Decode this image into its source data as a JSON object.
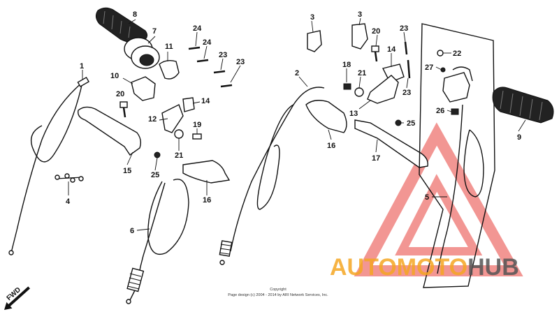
{
  "diagram": {
    "callouts": [
      {
        "id": "c8",
        "label": "8"
      },
      {
        "id": "c7",
        "label": "7"
      },
      {
        "id": "c11",
        "label": "11"
      },
      {
        "id": "c24a",
        "label": "24"
      },
      {
        "id": "c24b",
        "label": "24"
      },
      {
        "id": "c23a",
        "label": "23"
      },
      {
        "id": "c23b",
        "label": "23"
      },
      {
        "id": "c1",
        "label": "1"
      },
      {
        "id": "c10",
        "label": "10"
      },
      {
        "id": "c20a",
        "label": "20"
      },
      {
        "id": "c14a",
        "label": "14"
      },
      {
        "id": "c12",
        "label": "12"
      },
      {
        "id": "c19",
        "label": "19"
      },
      {
        "id": "c21a",
        "label": "21"
      },
      {
        "id": "c15",
        "label": "15"
      },
      {
        "id": "c25a",
        "label": "25"
      },
      {
        "id": "c16a",
        "label": "16"
      },
      {
        "id": "c4",
        "label": "4"
      },
      {
        "id": "c6",
        "label": "6"
      },
      {
        "id": "c3a",
        "label": "3"
      },
      {
        "id": "c3b",
        "label": "3"
      },
      {
        "id": "c20b",
        "label": "20"
      },
      {
        "id": "c23c",
        "label": "23"
      },
      {
        "id": "c14b",
        "label": "14"
      },
      {
        "id": "c18",
        "label": "18"
      },
      {
        "id": "c21b",
        "label": "21"
      },
      {
        "id": "c23d",
        "label": "23"
      },
      {
        "id": "c2",
        "label": "2"
      },
      {
        "id": "c13",
        "label": "13"
      },
      {
        "id": "c22",
        "label": "22"
      },
      {
        "id": "c27",
        "label": "27"
      },
      {
        "id": "c26",
        "label": "26"
      },
      {
        "id": "c25b",
        "label": "25"
      },
      {
        "id": "c9",
        "label": "9"
      },
      {
        "id": "c16b",
        "label": "16"
      },
      {
        "id": "c17",
        "label": "17"
      },
      {
        "id": "c5",
        "label": "5"
      }
    ],
    "fwd_label": "FWD",
    "copyright_line1": "Copyright",
    "copyright_line2": "Page design (c) 2004 - 2014 by ARI Network Services, Inc."
  },
  "watermark": {
    "part1": "AUTO",
    "part2": "MOTO",
    "part3": "HUB",
    "color_orange": "#f5a623",
    "color_gray": "#555555",
    "color_red": "#e8413c"
  }
}
